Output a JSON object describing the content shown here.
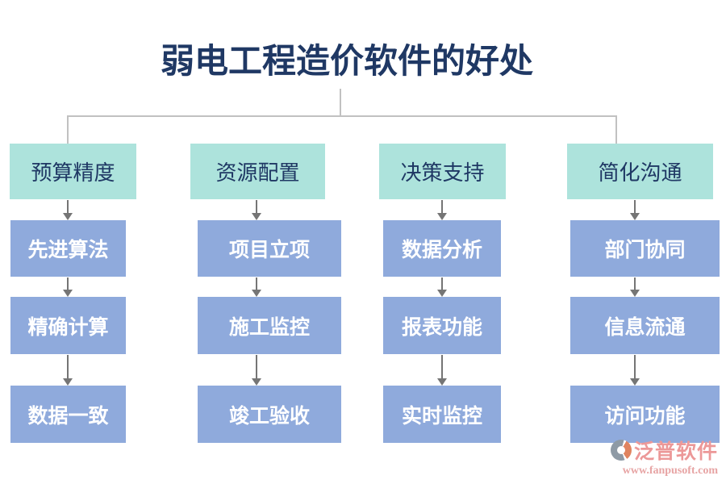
{
  "title": "弱电工程造价软件的好处",
  "columns": [
    {
      "header": "预算精度",
      "items": [
        "先进算法",
        "精确计算",
        "数据一致"
      ]
    },
    {
      "header": "资源配置",
      "items": [
        "项目立项",
        "施工监控",
        "竣工验收"
      ]
    },
    {
      "header": "决策支持",
      "items": [
        "数据分析",
        "报表功能",
        "实时监控"
      ]
    },
    {
      "header": "简化沟通",
      "items": [
        "部门协同",
        "信息流通",
        "访问功能"
      ]
    }
  ],
  "logo": {
    "name": "泛普软件",
    "url": "www.fanpusoft.com"
  },
  "colors": {
    "title_text": "#1f3864",
    "header_bg": "#ade3dc",
    "header_text": "#1f3864",
    "item_bg": "#8faadc",
    "item_text": "#ffffff",
    "connector_line": "#c1c1c1",
    "arrow": "#757575",
    "logo_text": "#ec9898"
  }
}
